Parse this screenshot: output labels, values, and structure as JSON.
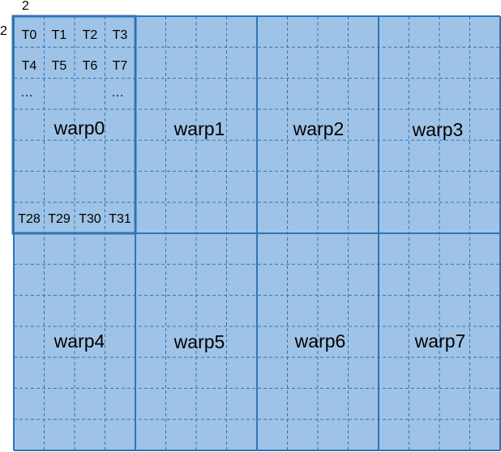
{
  "diagram": {
    "tile_width_label": "2",
    "tile_height_label": "2",
    "thread_labels": {
      "row0": [
        "T0",
        "T1",
        "T2",
        "T3"
      ],
      "row1": [
        "T4",
        "T5",
        "T6",
        "T7"
      ],
      "ellipsis": [
        "…",
        "…"
      ],
      "last_row": [
        "T28",
        "T29",
        "T30",
        "T31"
      ]
    },
    "warps": [
      "warp0",
      "warp1",
      "warp2",
      "warp3",
      "warp4",
      "warp5",
      "warp6",
      "warp7"
    ],
    "colors": {
      "cell_fill": "#9fc3e6",
      "grid_line": "#2e75b6",
      "warp_border": "#2e75b6"
    }
  }
}
